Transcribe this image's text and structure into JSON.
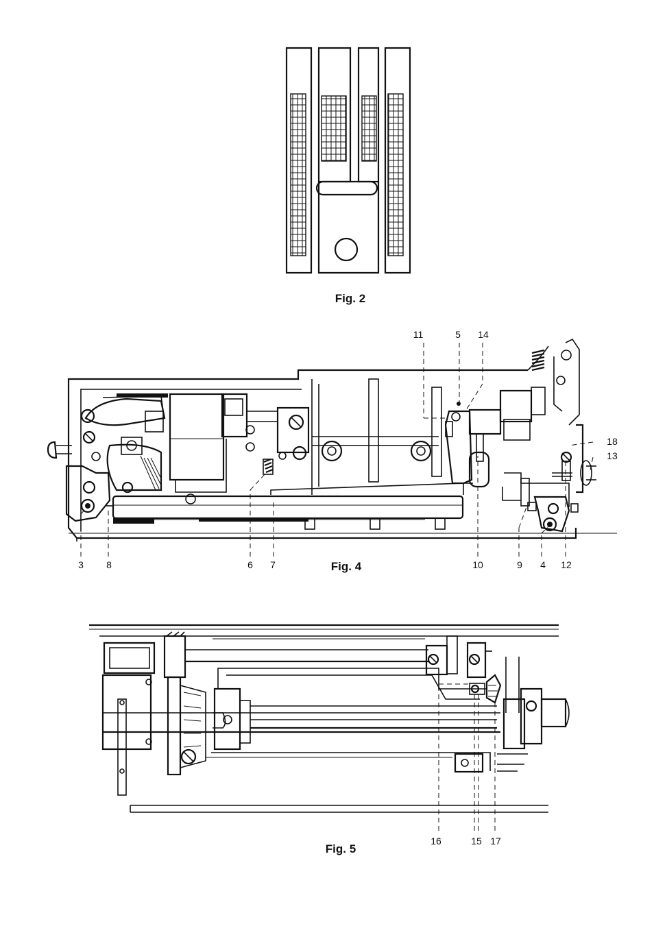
{
  "figures": [
    {
      "caption": "Fig. 2"
    },
    {
      "caption": "Fig. 4",
      "labels": [
        "11",
        "5",
        "14",
        "18",
        "13",
        "3",
        "8",
        "6",
        "7",
        "10",
        "9",
        "4",
        "12"
      ]
    },
    {
      "caption": "Fig. 5",
      "labels": [
        "16",
        "15",
        "17"
      ]
    }
  ]
}
